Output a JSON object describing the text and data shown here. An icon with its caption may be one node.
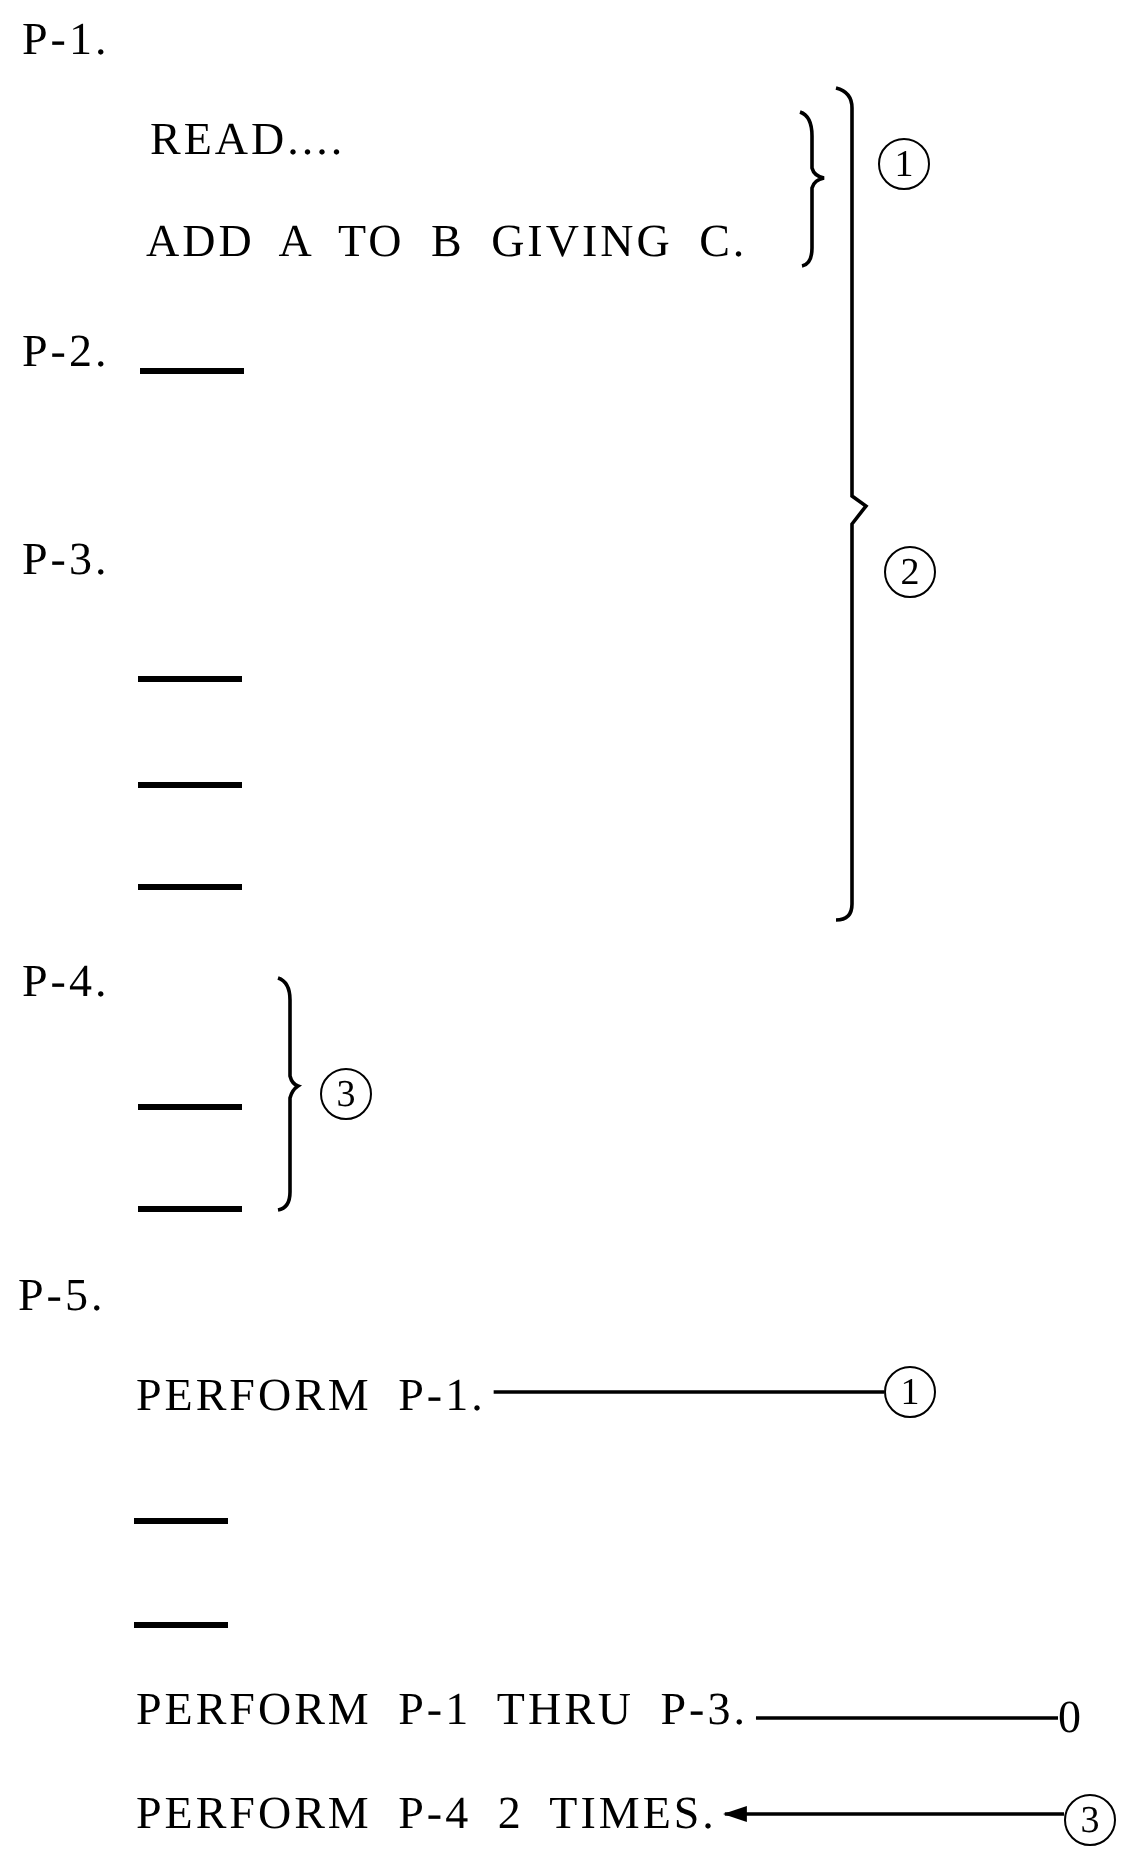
{
  "diagram": {
    "nodes": [
      {
        "text": [
          "1"
        ]
      },
      {
        "text": [
          "2"
        ]
      },
      {
        "text": [
          "3"
        ]
      },
      {
        "text": [
          "PERFORM P-1."
        ]
      },
      {
        "text": [
          "1"
        ]
      },
      {
        "text": [
          "PERFORM P-1 THRU P-3."
        ]
      },
      {
        "text": [
          "0"
        ]
      },
      {
        "text": [
          "PERFORM P-4 2 TIMES."
        ]
      },
      {
        "text": [
          "3"
        ]
      }
    ],
    "edges": [
      {
        "from": 3,
        "to": 4,
        "arrow": "none"
      },
      {
        "from": 5,
        "to": 6,
        "arrow": "none"
      },
      {
        "from": 8,
        "to": 7,
        "arrow": "to"
      }
    ],
    "labels": [
      "P-1.",
      "READ....",
      "ADD A TO B GIVING C.",
      "P-2.",
      "P-3.",
      "P-4.",
      "P-5."
    ]
  }
}
